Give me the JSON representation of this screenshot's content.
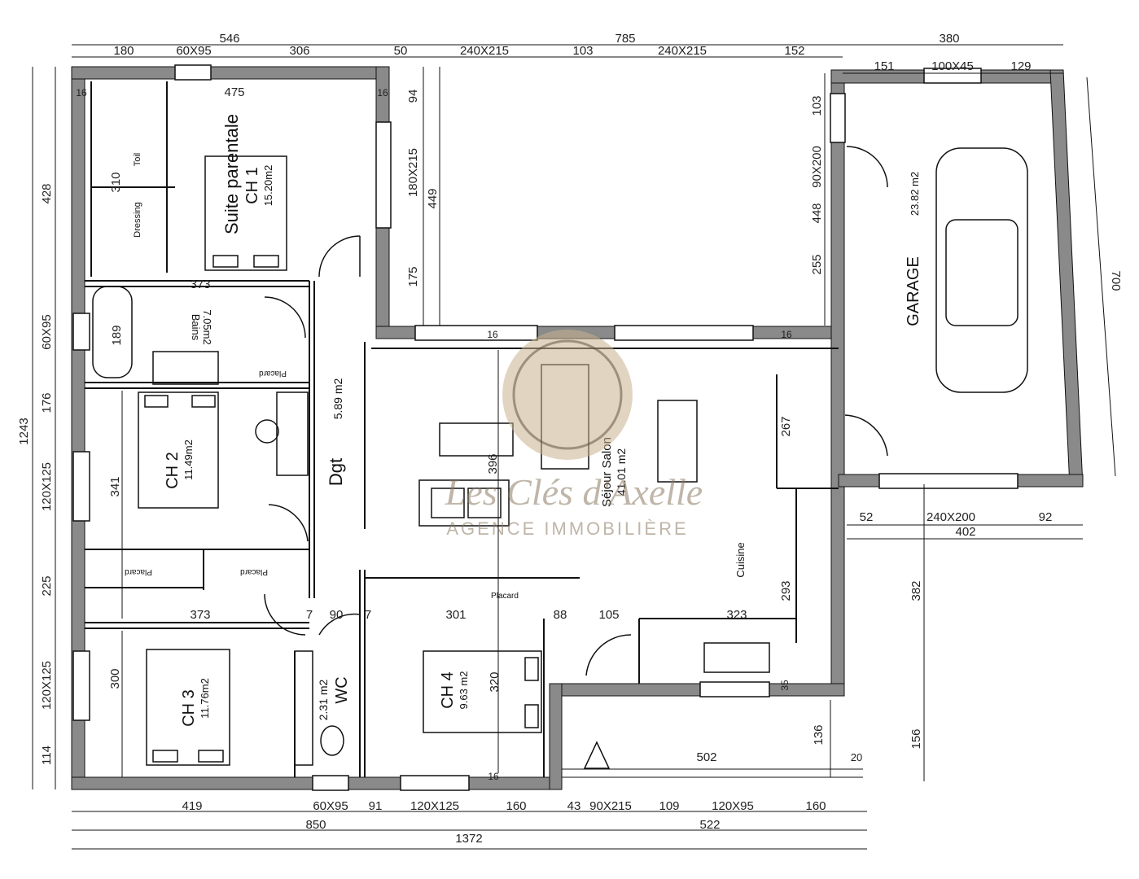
{
  "rooms": {
    "ch1": {
      "name": "Suite parentale",
      "sub": "CH 1",
      "area": "15.20m2"
    },
    "toilet": "Toil",
    "dressing": "Dressing",
    "bains": {
      "name": "Bains",
      "area": "7.05m2"
    },
    "ch2": {
      "name": "CH 2",
      "area": "11.49m2"
    },
    "dgt": {
      "name": "Dgt",
      "area": "5.89 m2"
    },
    "sejour": {
      "name": "Séjour Salon",
      "area": "41.01 m2"
    },
    "cuisine": "Cuisine",
    "garage": {
      "name": "GARAGE",
      "area": "23.82 m2"
    },
    "ch3": {
      "name": "CH 3",
      "area": "11.76m2"
    },
    "wc": {
      "name": "WC",
      "area": "2.31 m2"
    },
    "ch4": {
      "name": "CH 4",
      "area": "9.63 m2"
    },
    "placard": "Placard"
  },
  "dims_top": {
    "row1": [
      "546",
      "785",
      "380"
    ],
    "row2": [
      "180",
      "60X95",
      "306",
      "50",
      "240X215",
      "103",
      "240X215",
      "152"
    ],
    "garage_row": [
      "151",
      "100X45",
      "129"
    ],
    "inner": "475"
  },
  "dims_left": [
    "428",
    "60X95",
    "176",
    "120X125",
    "225",
    "120X125",
    "114",
    "1243"
  ],
  "dims_inner": {
    "d373a": "373",
    "d189": "189",
    "d341": "341",
    "d373b": "373",
    "d300": "300",
    "d320": "320",
    "d301": "301",
    "d90": "90",
    "d105": "105",
    "d323": "323",
    "d293": "293",
    "d267": "267",
    "d396": "396",
    "d310": "310",
    "d7a": "7",
    "d7b": "7",
    "d88": "88",
    "d16a": "16",
    "d16b": "16",
    "d16c": "16",
    "d16d": "16",
    "d16e": "16"
  },
  "dims_patio": {
    "d94": "94",
    "d180x215": "180X215",
    "d449": "449",
    "d175": "175",
    "d103": "103",
    "d90x200": "90X200",
    "d448": "448",
    "d255": "255"
  },
  "dims_right": {
    "d700": "700",
    "d52": "52",
    "d240x200": "240X200",
    "d92": "92",
    "d402": "402",
    "d382": "382",
    "d156": "156",
    "d136": "136",
    "d502": "502",
    "d20": "20",
    "d35": "35"
  },
  "dims_bottom": {
    "row1": [
      "419",
      "60X95",
      "91",
      "120X125",
      "160",
      "43",
      "90X215",
      "109",
      "120X95",
      "160"
    ],
    "row2": [
      "850",
      "522"
    ],
    "row3": "1372"
  },
  "watermark": {
    "brand": "Les Clés d'Axelle",
    "sub": "AGENCE IMMOBILIÈRE"
  },
  "colors": {
    "wall": "#8a8a8a",
    "line": "#111111",
    "dim": "#222222",
    "watermark": "#8c7a62"
  }
}
